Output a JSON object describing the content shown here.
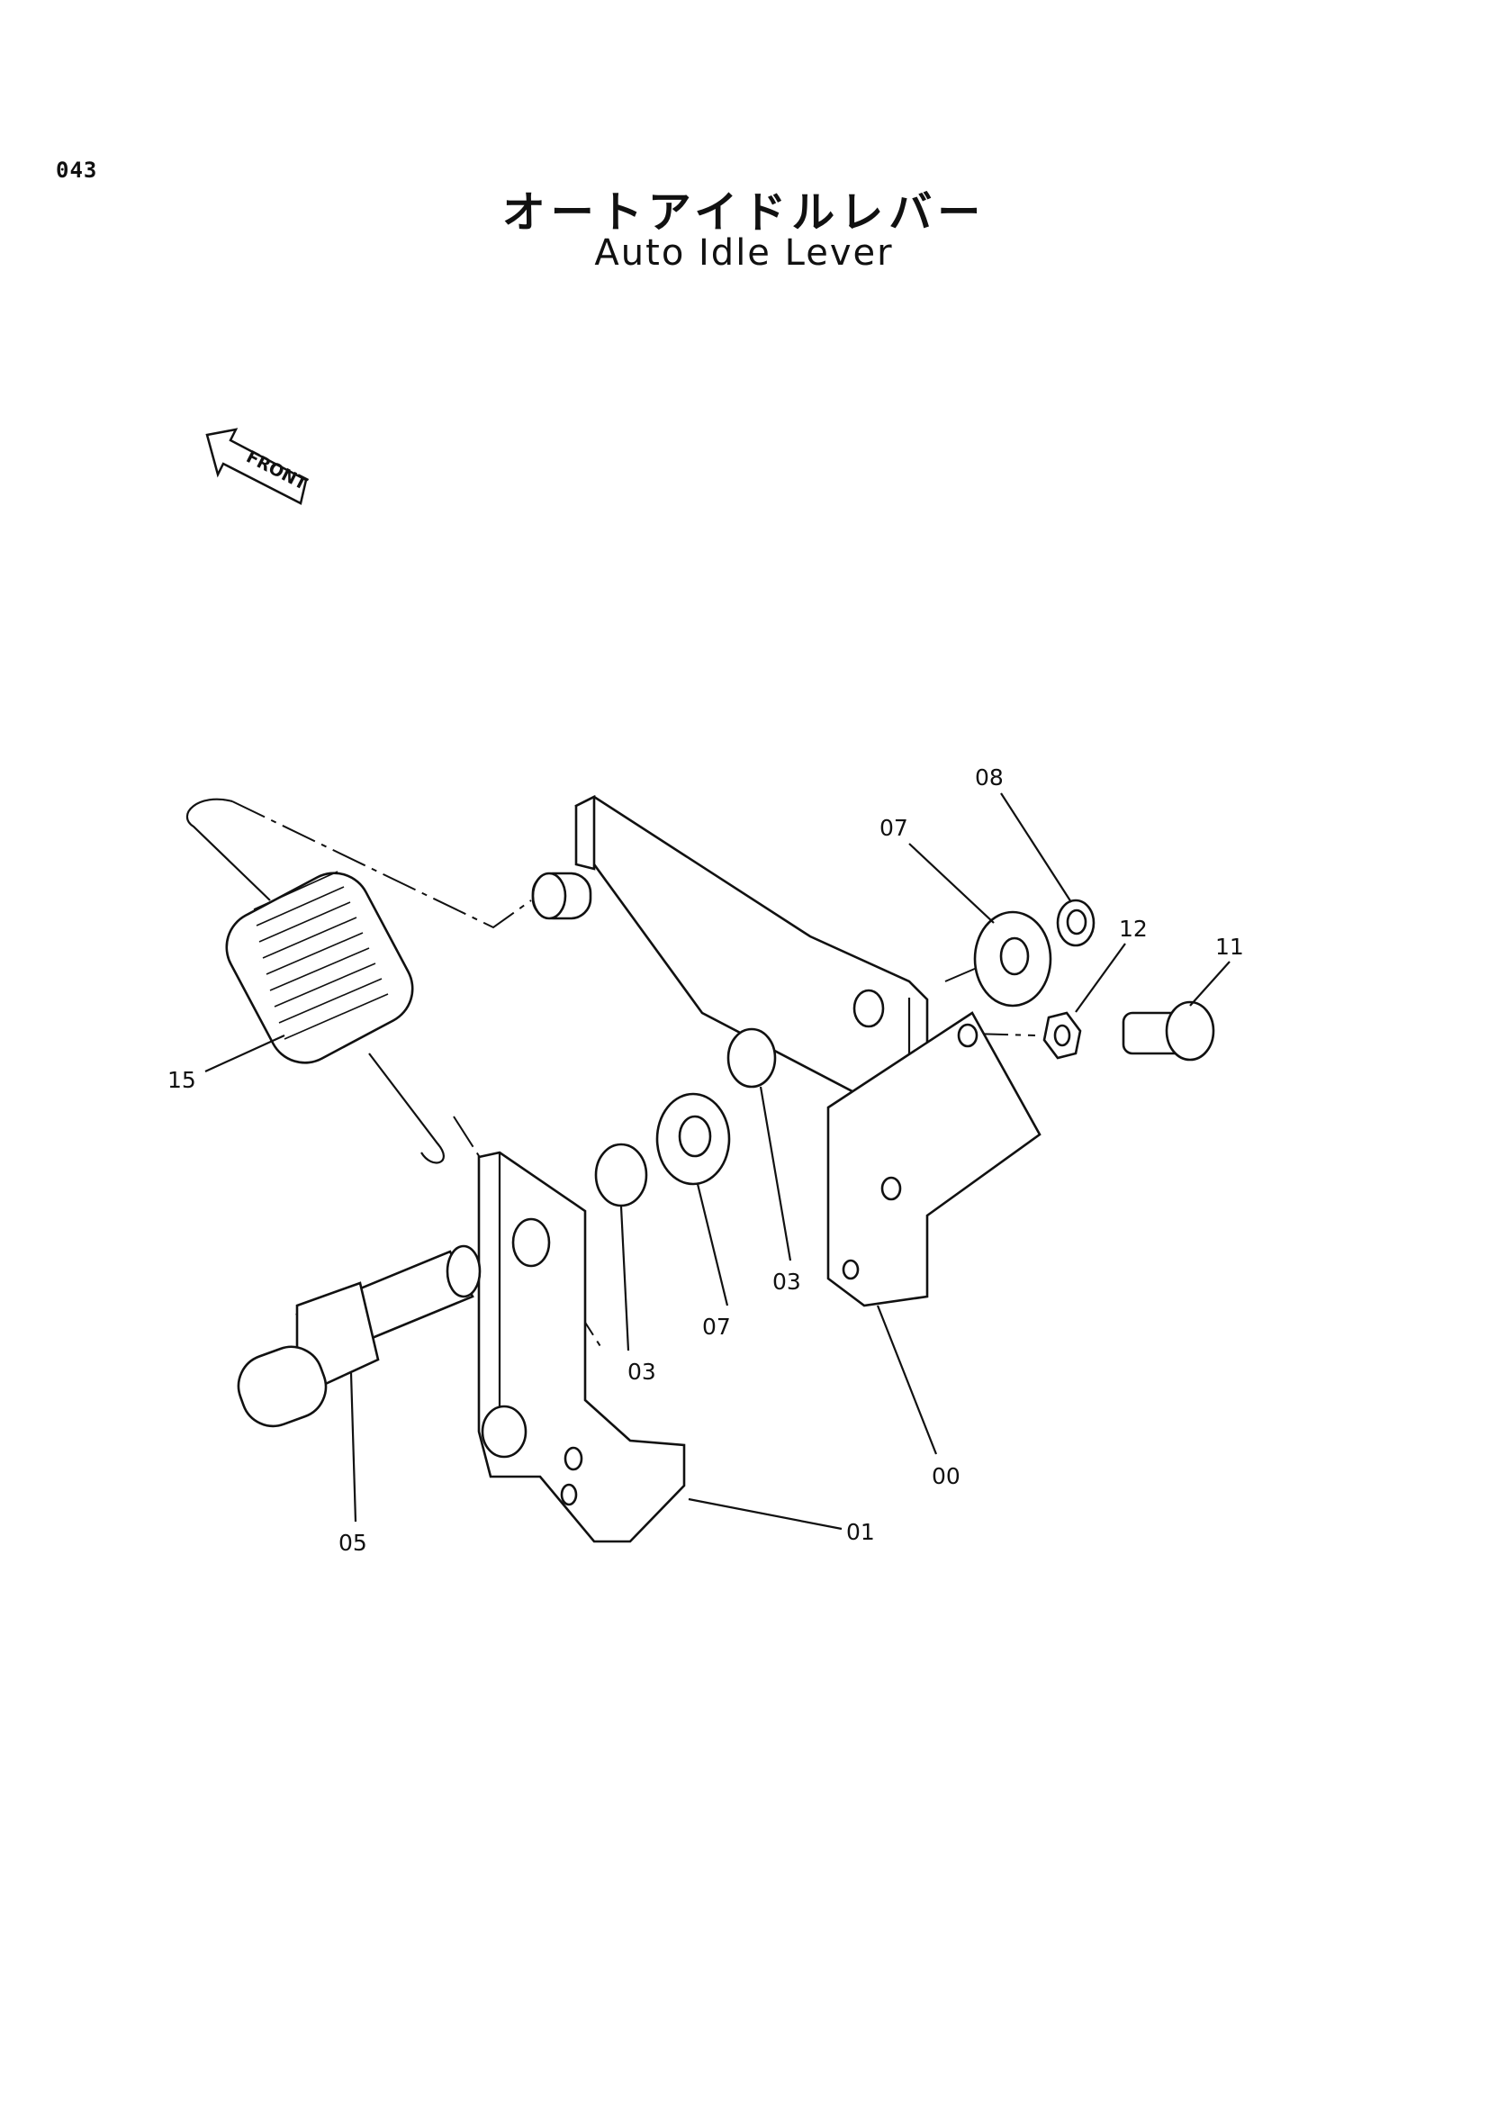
{
  "page": {
    "number": "043"
  },
  "title": {
    "japanese": "オートアイドルレバー",
    "english": "Auto Idle Lever"
  },
  "direction_badge": {
    "label": "FRONT",
    "icon": "front-arrow-icon"
  },
  "callouts": [
    {
      "id": "08",
      "label": "08"
    },
    {
      "id": "07a",
      "label": "07"
    },
    {
      "id": "12",
      "label": "12"
    },
    {
      "id": "11",
      "label": "11"
    },
    {
      "id": "15",
      "label": "15"
    },
    {
      "id": "03a",
      "label": "03"
    },
    {
      "id": "07b",
      "label": "07"
    },
    {
      "id": "03b",
      "label": "03"
    },
    {
      "id": "05",
      "label": "05"
    },
    {
      "id": "00",
      "label": "00"
    },
    {
      "id": "01",
      "label": "01"
    }
  ]
}
